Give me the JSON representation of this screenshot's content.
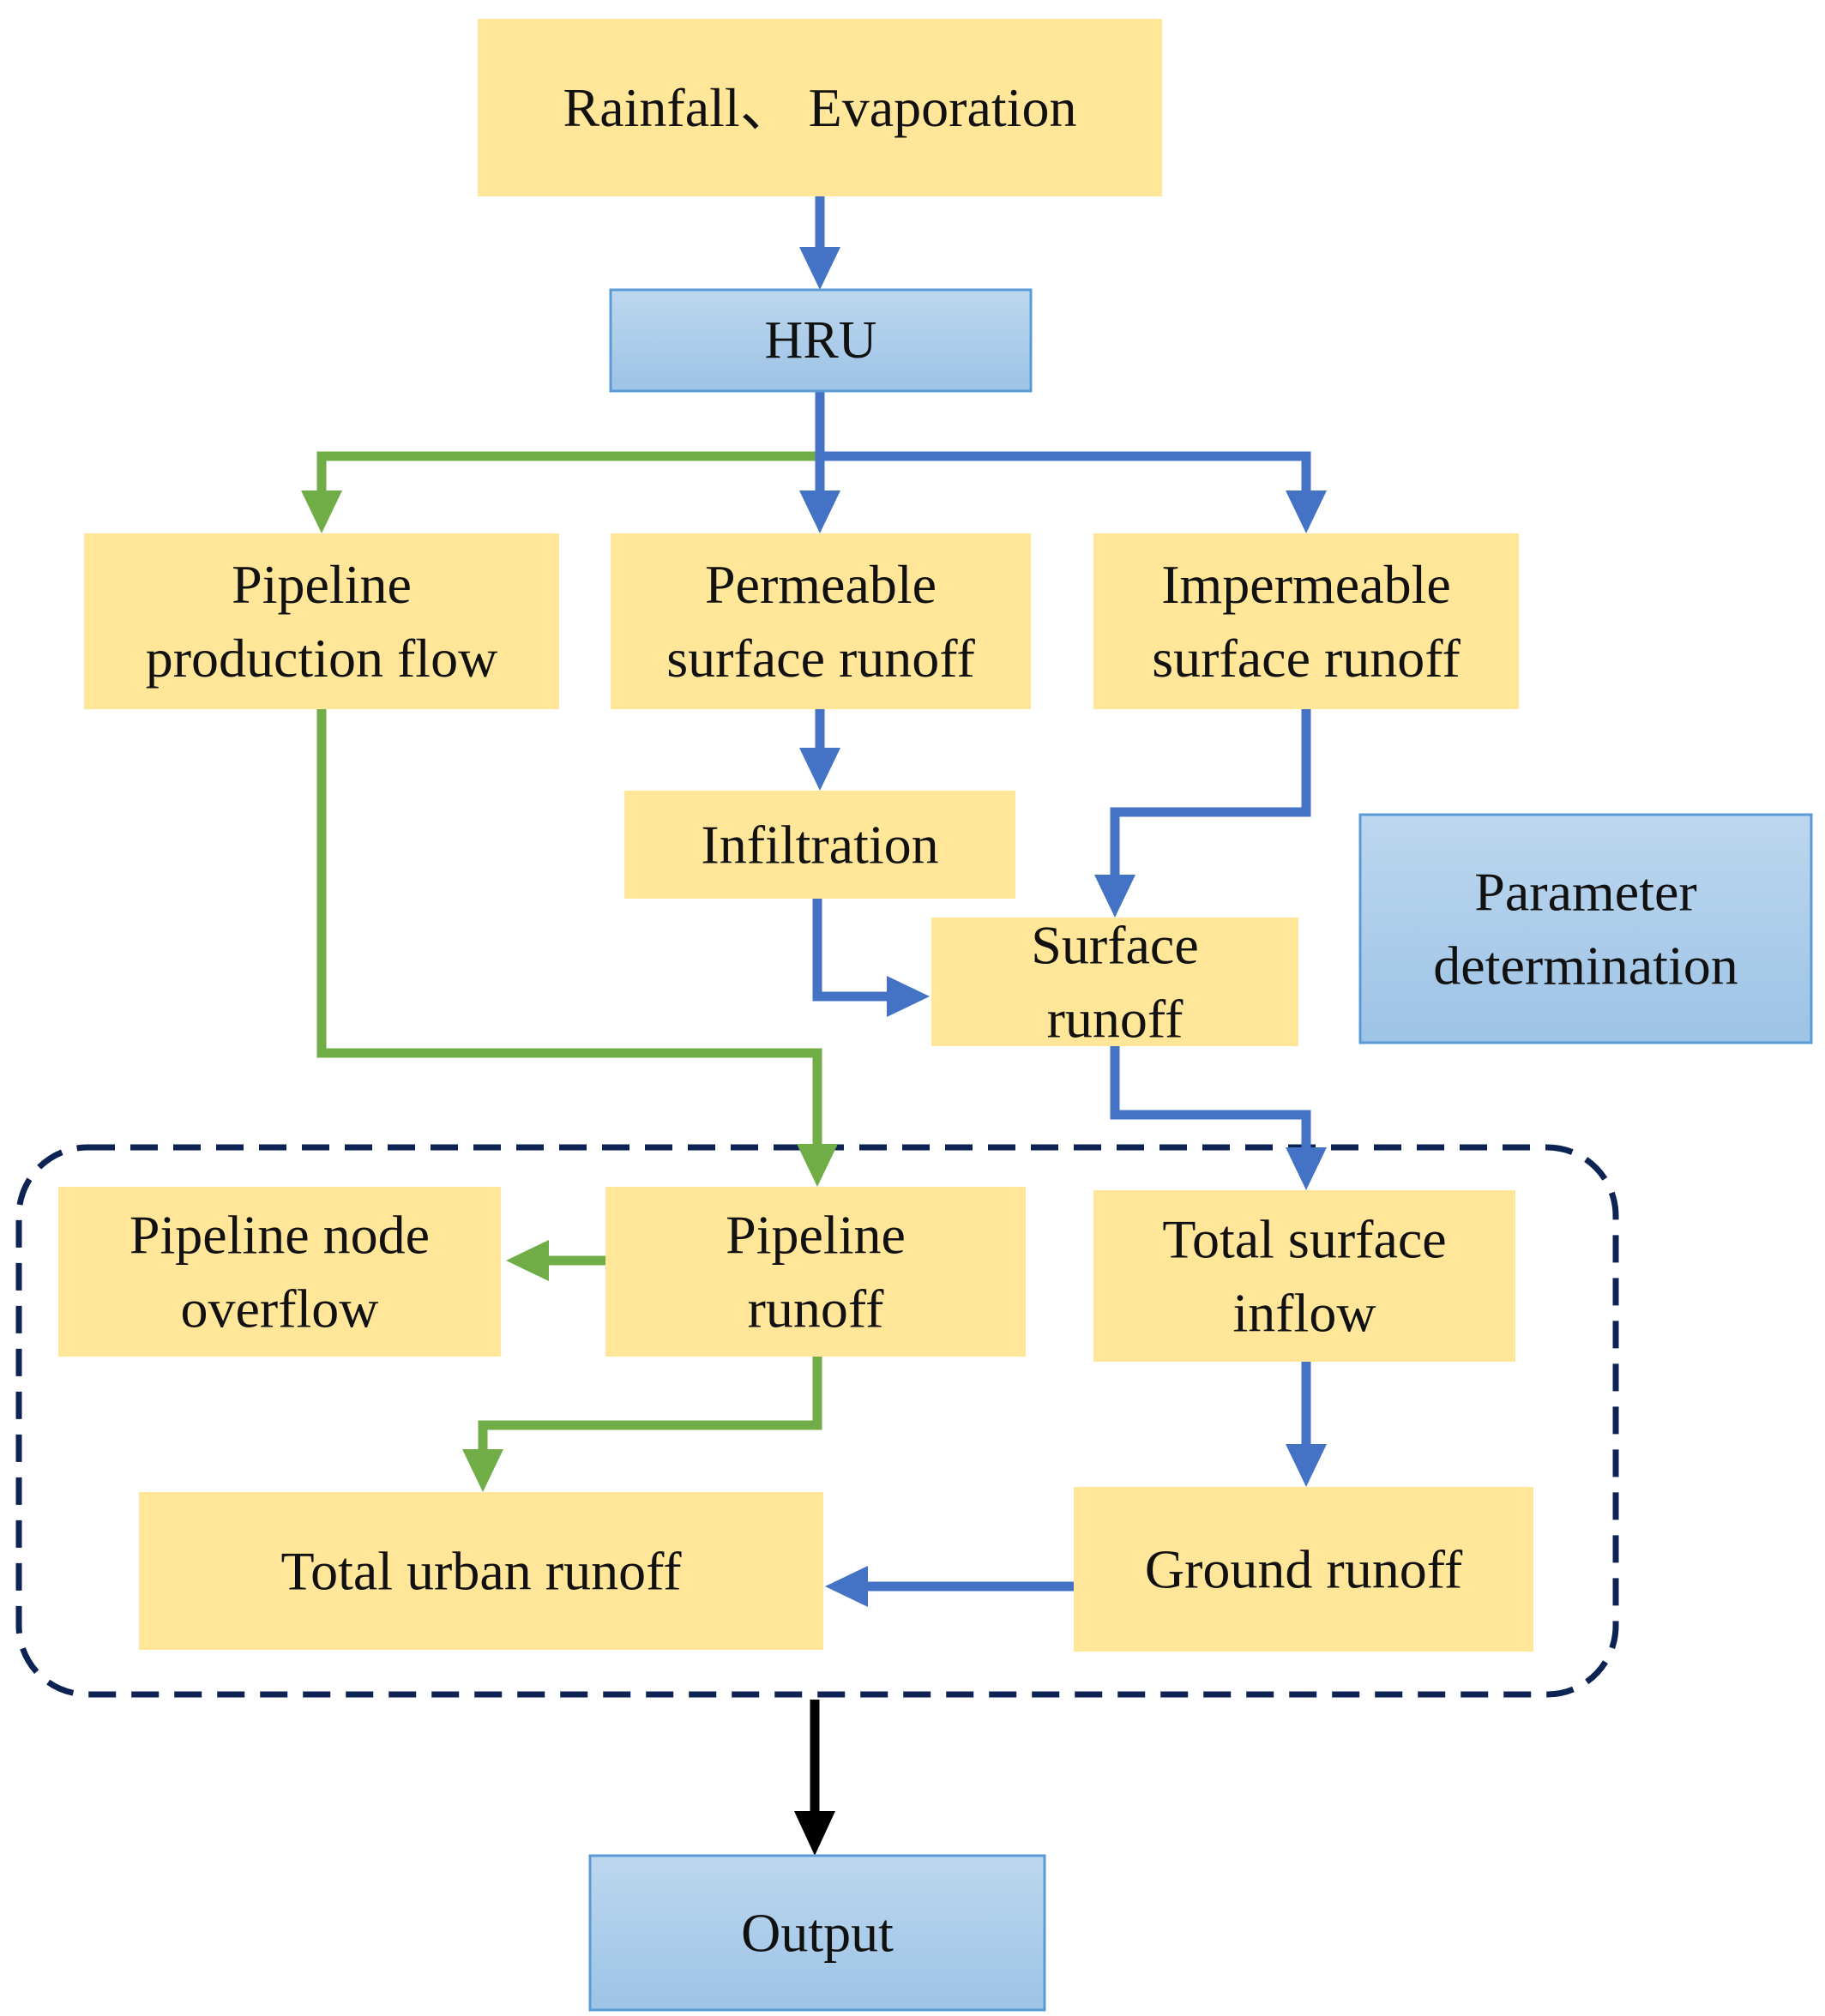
{
  "colors": {
    "yellow_box": "#FFE699",
    "blue_box_top": "#BDD7EE",
    "blue_box_bottom": "#9DC3E6",
    "blue_box_border": "#5B9BD5",
    "blue_arrow": "#4472C4",
    "green_arrow": "#70AD47",
    "black_arrow": "#000000",
    "dashed_border": "#0D2353",
    "text": "#111111"
  },
  "nodes": {
    "rainfall": {
      "lines": [
        "Rainfall、 Evaporation"
      ],
      "style": "yellow"
    },
    "hru": {
      "lines": [
        "HRU"
      ],
      "style": "blue"
    },
    "pipeline_production": {
      "lines": [
        "Pipeline",
        "production flow"
      ],
      "style": "yellow"
    },
    "permeable": {
      "lines": [
        "Permeable",
        "surface runoff"
      ],
      "style": "yellow"
    },
    "impermeable": {
      "lines": [
        "Impermeable",
        "surface runoff"
      ],
      "style": "yellow"
    },
    "infiltration": {
      "lines": [
        "Infiltration"
      ],
      "style": "yellow"
    },
    "surface_runoff": {
      "lines": [
        "Surface",
        "runoff"
      ],
      "style": "yellow"
    },
    "parameter": {
      "lines": [
        "Parameter",
        "determination"
      ],
      "style": "blue"
    },
    "pipeline_node_overflow": {
      "lines": [
        "Pipeline node",
        "overflow"
      ],
      "style": "yellow"
    },
    "pipeline_runoff": {
      "lines": [
        "Pipeline",
        "runoff"
      ],
      "style": "yellow"
    },
    "total_surface_inflow": {
      "lines": [
        "Total surface",
        "inflow"
      ],
      "style": "yellow"
    },
    "total_urban_runoff": {
      "lines": [
        "Total urban runoff"
      ],
      "style": "yellow"
    },
    "ground_runoff": {
      "lines": [
        "Ground runoff"
      ],
      "style": "yellow"
    },
    "output": {
      "lines": [
        "Output"
      ],
      "style": "blue"
    }
  },
  "connections": [
    {
      "from": "rainfall",
      "to": "hru",
      "color": "blue"
    },
    {
      "from": "hru",
      "to": "pipeline_production",
      "color": "green"
    },
    {
      "from": "hru",
      "to": "permeable",
      "color": "blue"
    },
    {
      "from": "hru",
      "to": "impermeable",
      "color": "blue"
    },
    {
      "from": "permeable",
      "to": "infiltration",
      "color": "blue"
    },
    {
      "from": "infiltration",
      "to": "surface_runoff",
      "color": "blue"
    },
    {
      "from": "impermeable",
      "to": "surface_runoff",
      "color": "blue"
    },
    {
      "from": "pipeline_production",
      "to": "pipeline_runoff",
      "color": "green"
    },
    {
      "from": "surface_runoff",
      "to": "total_surface_inflow",
      "color": "blue"
    },
    {
      "from": "pipeline_runoff",
      "to": "pipeline_node_overflow",
      "color": "green"
    },
    {
      "from": "pipeline_runoff",
      "to": "total_urban_runoff",
      "color": "green"
    },
    {
      "from": "total_surface_inflow",
      "to": "ground_runoff",
      "color": "blue"
    },
    {
      "from": "ground_runoff",
      "to": "total_urban_runoff",
      "color": "blue"
    },
    {
      "from": "urban_model_group",
      "to": "output",
      "color": "black"
    }
  ]
}
